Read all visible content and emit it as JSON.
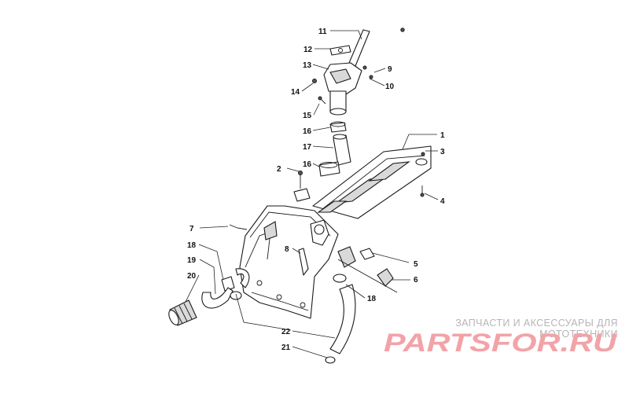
{
  "callouts": [
    "1",
    "2",
    "3",
    "4",
    "5",
    "6",
    "7",
    "8",
    "9",
    "10",
    "11",
    "12",
    "13",
    "14",
    "15",
    "16",
    "16",
    "17",
    "18",
    "18",
    "19",
    "20",
    "21",
    "22"
  ],
  "brand": {
    "caption": "ЗАПЧАСТИ И АКСЕССУАРЫ ДЛЯ МОТОТЕХНИКИ",
    "logo_text": "PARTSFOR.RU",
    "logo_color": "#f2a3a8"
  }
}
